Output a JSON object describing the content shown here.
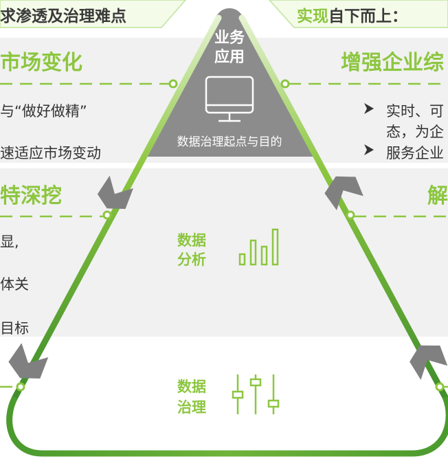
{
  "header": {
    "left_tab": "求渗透及治理难点",
    "right_tab_accent": "实现",
    "right_tab_rest": "自下而上："
  },
  "colors": {
    "accent_green": "#8cc63f",
    "dark_green": "#5e9b2f",
    "top_gray": "#8c8c8c",
    "band_gray": "#f1f1f1",
    "text_dark": "#333333"
  },
  "left_column": {
    "title_market": "市场变化",
    "line_1": "与“做好做精”",
    "line_2": "速适应市场变动",
    "title_deep": "特深挖",
    "line_3": "显,",
    "line_4": "体关",
    "line_5": "目标"
  },
  "right_column": {
    "title_enhance": "增强企业综",
    "bullet_1_a": "实时、可",
    "bullet_1_b": "态，为企",
    "bullet_2": "服务企业",
    "title_solve": "解"
  },
  "pyramid": {
    "top_label_1": "业务",
    "top_label_2": "应用",
    "top_icon": "monitor-icon",
    "top_caption": "数据治理起点与目的",
    "middle_label_1": "数据",
    "middle_label_2": "分析",
    "middle_icon": "bar-chart-icon",
    "bottom_label_1": "数据",
    "bottom_label_2": "治理",
    "bottom_icon": "sliders-icon"
  }
}
